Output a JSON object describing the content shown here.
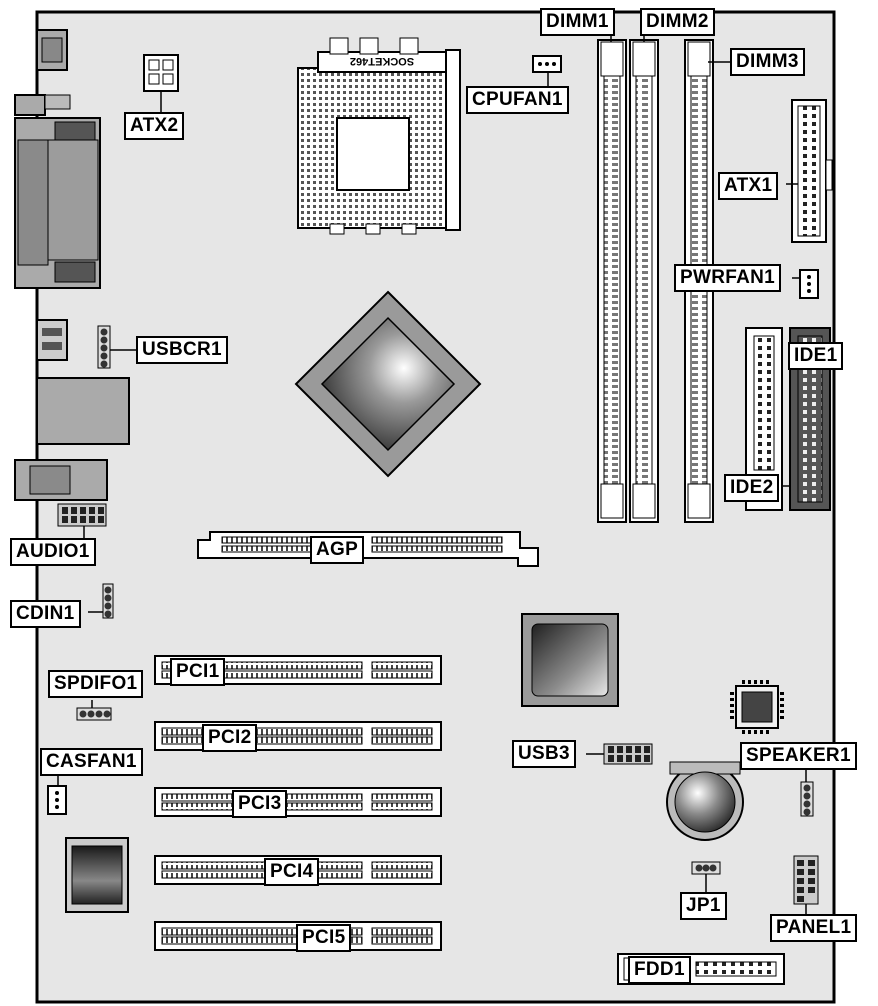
{
  "diagram": {
    "colors": {
      "board": "#e6e6e6",
      "outline": "#000000",
      "slot_white": "#ffffff",
      "connector_gray": "#a9a9a9",
      "pin_dark": "#333333",
      "chip_dark": "#3a3a3a"
    },
    "socket_label": "SOCKET462",
    "labels": {
      "dimm1": "DIMM1",
      "dimm2": "DIMM2",
      "dimm3": "DIMM3",
      "atx2": "ATX2",
      "cpufan1": "CPUFAN1",
      "atx1": "ATX1",
      "pwrfan1": "PWRFAN1",
      "usbcr1": "USBCR1",
      "ide1": "IDE1",
      "ide2": "IDE2",
      "audio1": "AUDIO1",
      "agp": "AGP",
      "cdin1": "CDIN1",
      "spdifo1": "SPDIFO1",
      "pci1": "PCI1",
      "pci2": "PCI2",
      "pci3": "PCI3",
      "pci4": "PCI4",
      "pci5": "PCI5",
      "casfan1": "CASFAN1",
      "usb3": "USB3",
      "speaker1": "SPEAKER1",
      "jp1": "JP1",
      "panel1": "PANEL1",
      "fdd1": "FDD1"
    }
  }
}
